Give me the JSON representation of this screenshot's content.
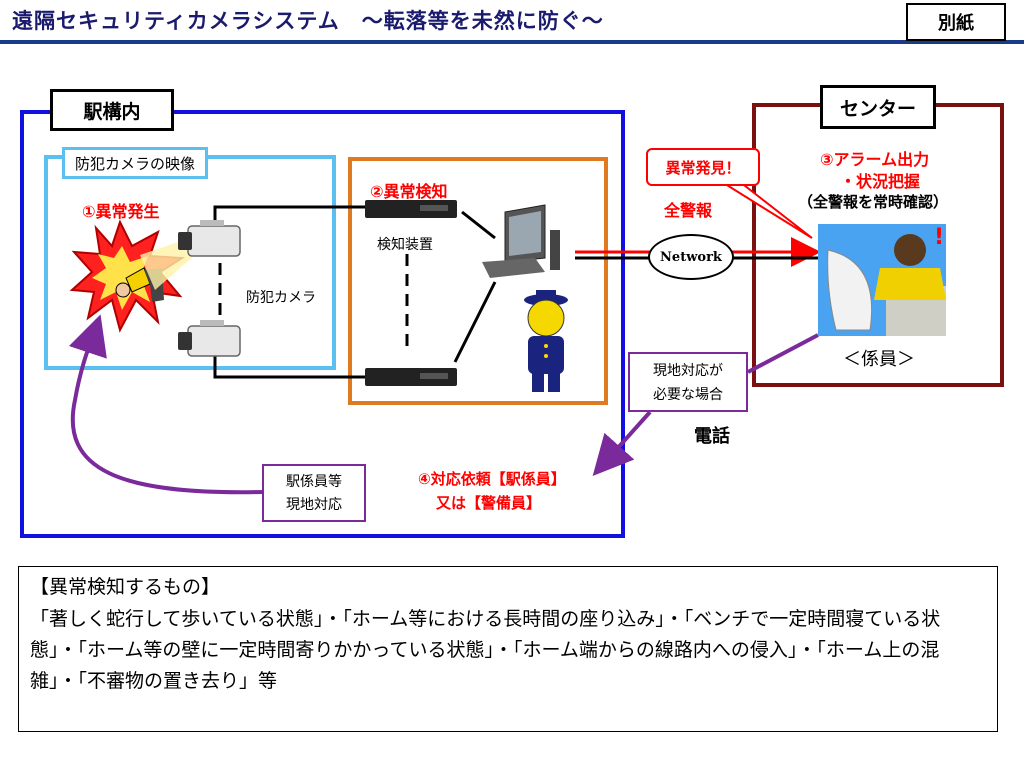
{
  "header": {
    "title": "遠隔セキュリティカメラシステム　～転落等を未然に防ぐ～",
    "attachment": "別紙"
  },
  "station": {
    "label": "駅構内",
    "camera_area_label": "防犯カメラの映像",
    "abnormal_event": "①異常発生",
    "camera_label": "防犯カメラ",
    "detection": "②異常検知",
    "detector_label": "検知装置",
    "response_request_line1": "④対応依頼【駅係員】",
    "response_request_line2": "又は【警備員】",
    "station_staff_line1": "駅係員等",
    "station_staff_line2": "現地対応"
  },
  "network": {
    "all_alert": "全警報",
    "node_label": "Network",
    "found_bubble": "異常発見！"
  },
  "center": {
    "label": "センター",
    "alarm_line1": "③アラーム出力",
    "alarm_line2": "・状況把握",
    "alarm_line3": "（全警報を常時確認）",
    "staff_label": "＜係員＞",
    "onsite_line1": "現地対応が",
    "onsite_line2": "必要な場合",
    "phone_label": "電話"
  },
  "detection_items": {
    "heading": "【異常検知するもの】",
    "text": "「著しく蛇行して歩いている状態」・「ホーム等における長時間の座り込み」・「ベンチで一定時間寝ている状態」・「ホーム等の壁に一定時間寄りかかっている状態」・「ホーム端からの線路内への侵入」・「ホーム上の混雑」・「不審物の置き去り」等"
  },
  "colors": {
    "station_border": "#1010e0",
    "camera_area_border": "#5bc0f0",
    "detect_area_border": "#e07a20",
    "center_border": "#7a1010",
    "alert": "#ff0000",
    "request_arrow": "#7a2a9a"
  },
  "icons": [
    "burst-icon",
    "fallen-person-icon",
    "security-camera-icon",
    "detector-device-icon",
    "computer-icon",
    "security-guard-icon",
    "operator-icon"
  ]
}
